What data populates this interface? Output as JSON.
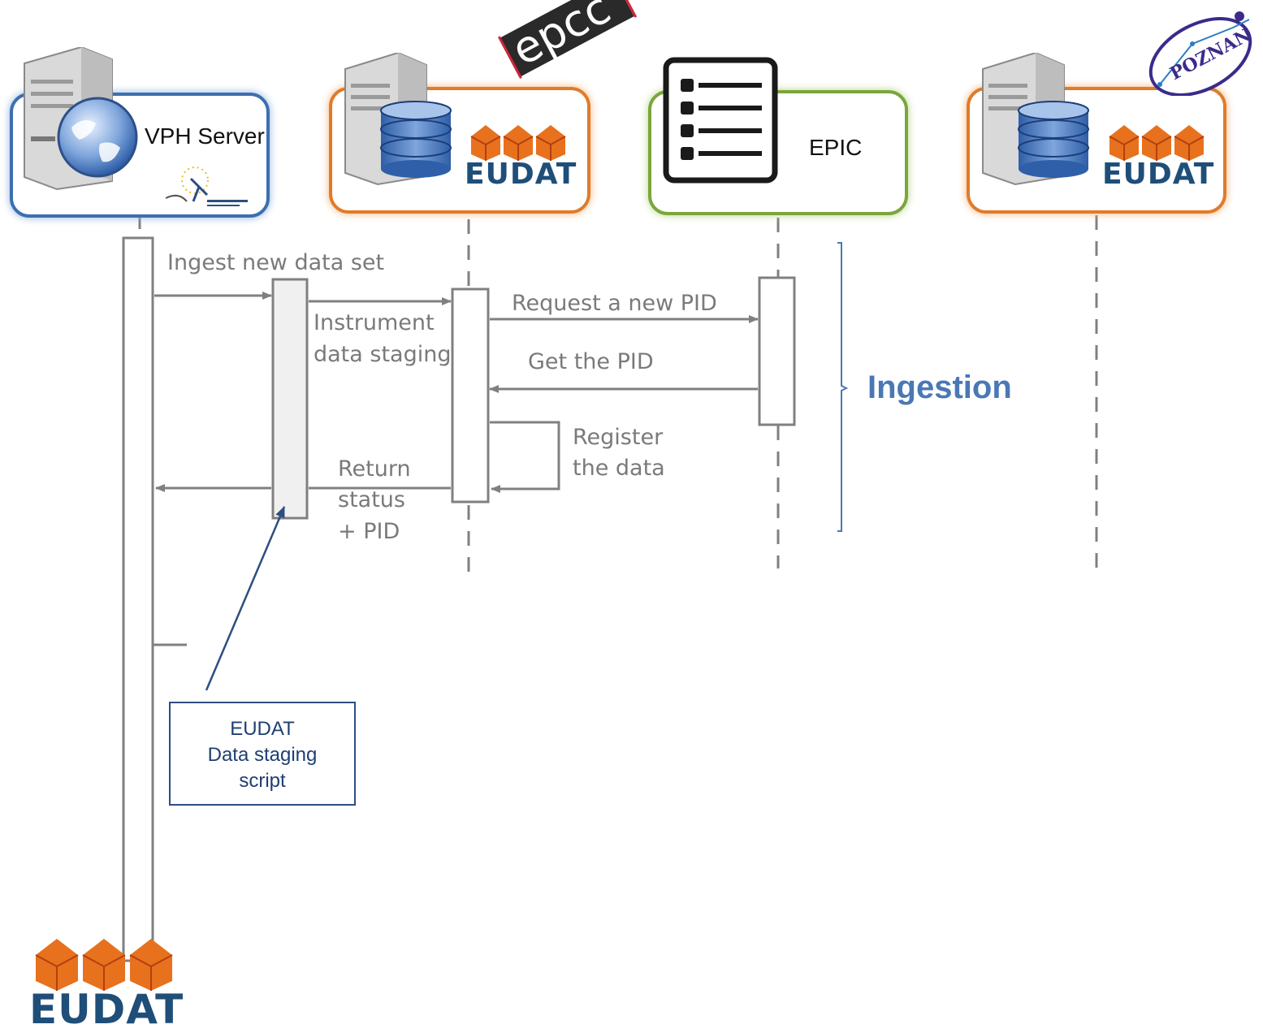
{
  "participants": {
    "vph": {
      "label": "VPH Server"
    },
    "epcc_node": {
      "logo_text": "epcc",
      "eudat_text": "EUDAT"
    },
    "epic": {
      "label": "EPIC"
    },
    "poznan_node": {
      "logo_text": "POZNAN",
      "eudat_text": "EUDAT"
    }
  },
  "messages": {
    "ingest": "Ingest new data set",
    "staging_1": "Instrument",
    "staging_2": "data staging",
    "request_pid": "Request a new PID",
    "get_pid": "Get the PID",
    "register_1": "Register",
    "register_2": "the data",
    "return_1": "Return",
    "return_2": "status",
    "return_3": "+ PID"
  },
  "phase": {
    "label": "Ingestion"
  },
  "note": {
    "line1": "EUDAT",
    "line2": "Data staging",
    "line3": "script"
  },
  "footer_logo": {
    "text": "EUDAT"
  },
  "colors": {
    "vph_border": "#3d6fb0",
    "eudat_border": "#e07b2a",
    "epic_border": "#7aa63c",
    "arrow": "#808080",
    "accent": "#4a78b5"
  }
}
